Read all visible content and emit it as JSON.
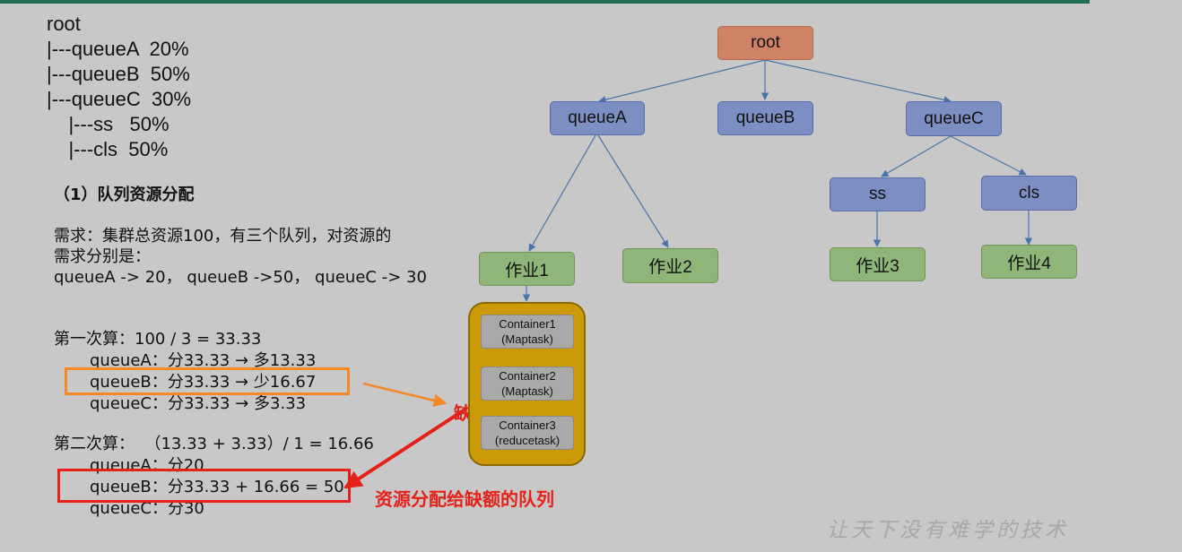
{
  "tree_text": [
    "root",
    "|---queueA  20%",
    "|---queueB  50%",
    "|---queueC  30%",
    "    |---ss   50%",
    "    |---cls  50%"
  ],
  "section_heading": "（1）队列资源分配",
  "requirement": {
    "lines": [
      "需求：集群总资源100，有三个队列，对资源的",
      "需求分别是：",
      "queueA -> 20， queueB ->50， queueC -> 30"
    ]
  },
  "first_calc": {
    "title": "第一次算：100 / 3 = 33.33",
    "a": "queueA：分33.33 → 多13.33",
    "b": "queueB：分33.33 → 少16.67",
    "c": "queueC：分33.33 → 多3.33"
  },
  "second_calc": {
    "title": "第二次算：  （13.33 + 3.33）/ 1 = 16.66",
    "a": "queueA：分20",
    "b": "queueB：分33.33 + 16.66 = 50",
    "c": "queueC：分30"
  },
  "callouts": {
    "deficit": "缺额",
    "allocate": "资源分配给缺额的队列"
  },
  "watermark": "让天下没有难学的技术",
  "diagram": {
    "root": "root",
    "queues": [
      "queueA",
      "queueB",
      "queueC"
    ],
    "subqueues": [
      "ss",
      "cls"
    ],
    "jobs": [
      "作业1",
      "作业2",
      "作业3",
      "作业4"
    ],
    "containers": [
      {
        "name": "Container1",
        "task": "(Maptask)"
      },
      {
        "name": "Container2",
        "task": "(Maptask)"
      },
      {
        "name": "Container3",
        "task": "(reducetask)"
      }
    ]
  },
  "colors": {
    "root_fill": "#cf8266",
    "queue_fill": "#7d8ec2",
    "job_fill": "#8fb678",
    "pool_fill": "#cc9a06",
    "container_fill": "#a9a9a9",
    "orange_highlight": "#f5892a",
    "red_highlight": "#e5211a",
    "edge": "#4a74a8"
  }
}
